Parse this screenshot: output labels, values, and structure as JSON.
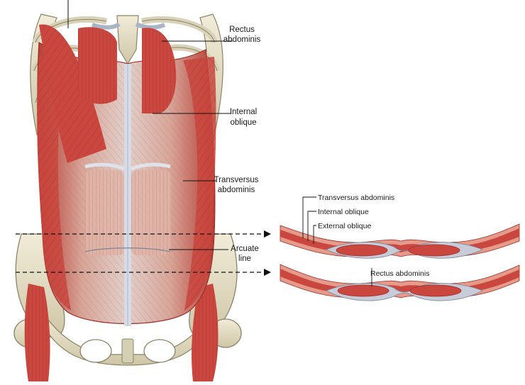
{
  "labels": {
    "rectus_abdominis_line1": "Rectus",
    "rectus_abdominis_line2": "abdominis",
    "internal_oblique_line1": "Internal",
    "internal_oblique_line2": "oblique",
    "transversus_abdominis_line1": "Transversus",
    "transversus_abdominis_line2": "abdominis",
    "arcuate_line_line1": "Arcuate",
    "arcuate_line_line2": "line"
  },
  "cross_section_labels": {
    "transversus_abdominis": "Transversus abdominis",
    "internal_oblique": "Internal oblique",
    "external_oblique": "External oblique",
    "rectus_abdominis": "Rectus abdominis"
  },
  "colors": {
    "muscle": "#c9473e",
    "muscle_dark": "#9e2e28",
    "muscle_light": "#e59a8a",
    "bone": "#e8e2cc",
    "bone_shadow": "#b9b092",
    "aponeurosis": "#c7ccd8",
    "fascia": "#dcdfe8"
  }
}
